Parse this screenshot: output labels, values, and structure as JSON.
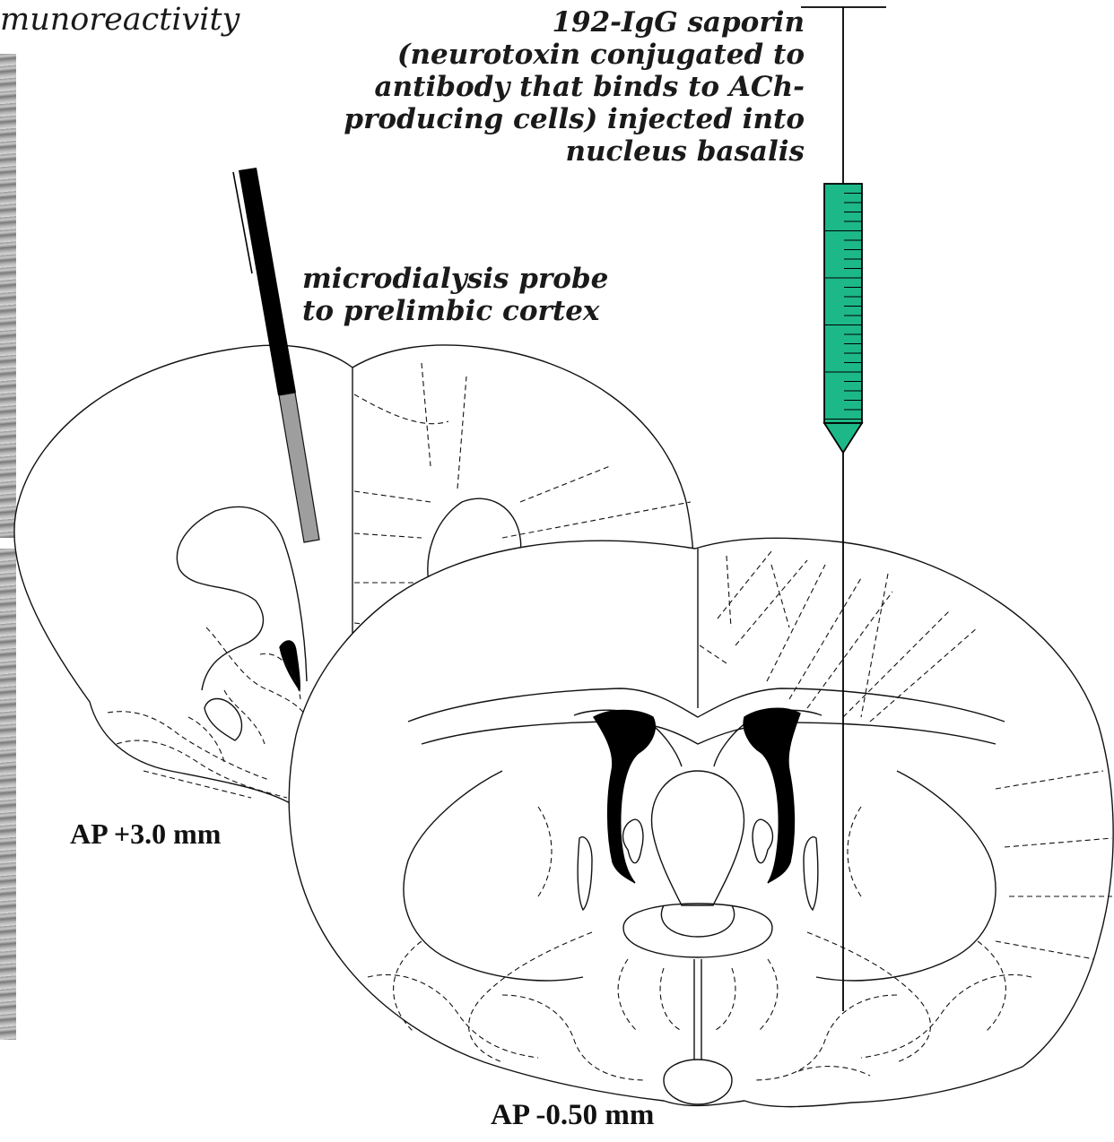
{
  "top_caption": "munoreactivity",
  "saporin_label": [
    "192-IgG saporin",
    "(neurotoxin conjugated to",
    "antibody that binds to ACh-",
    "producing cells) injected into",
    "nucleus basalis"
  ],
  "probe_label": [
    "microdialysis probe",
    "to prelimbic cortex"
  ],
  "section_front_label": "AP +3.0 mm",
  "section_back_label": "AP -0.50 mm",
  "colors": {
    "syringe_fill": "#1db887",
    "probe_dark": "#000000",
    "probe_membrane": "#9e9e9e",
    "ventricle": "#000000",
    "outline": "#111111"
  }
}
